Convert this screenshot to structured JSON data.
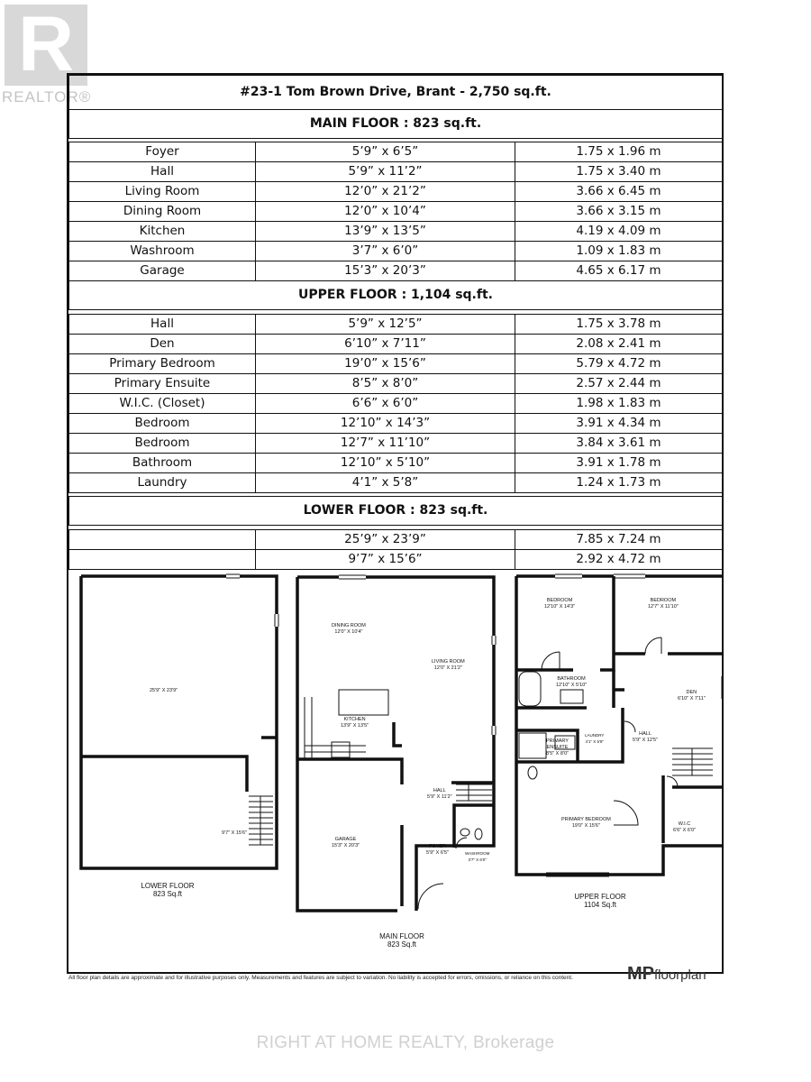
{
  "logo": {
    "letter": "R",
    "wordmark": "REALTOR®"
  },
  "title": "#23-1 Tom Brown Drive, Brant - 2,750 sq.ft.",
  "main_floor": {
    "heading": "MAIN FLOOR : 823 sq.ft.",
    "rows": [
      {
        "room": "Foyer",
        "imperial": "5’9” x 6’5”",
        "metric": "1.75 x 1.96 m"
      },
      {
        "room": "Hall",
        "imperial": "5’9” x 11’2”",
        "metric": "1.75 x 3.40 m"
      },
      {
        "room": "Living Room",
        "imperial": "12’0” x 21’2”",
        "metric": "3.66 x 6.45 m"
      },
      {
        "room": "Dining Room",
        "imperial": "12’0” x 10’4”",
        "metric": "3.66 x 3.15 m"
      },
      {
        "room": "Kitchen",
        "imperial": "13’9” x 13’5”",
        "metric": "4.19 x 4.09 m"
      },
      {
        "room": "Washroom",
        "imperial": "3’7” x 6’0”",
        "metric": "1.09 x 1.83 m"
      },
      {
        "room": "Garage",
        "imperial": "15’3” x 20’3”",
        "metric": "4.65 x 6.17 m"
      }
    ]
  },
  "upper_floor": {
    "heading": "UPPER FLOOR : 1,104 sq.ft.",
    "rows": [
      {
        "room": "Hall",
        "imperial": "5’9” x 12’5”",
        "metric": "1.75 x 3.78 m"
      },
      {
        "room": "Den",
        "imperial": "6’10” x 7’11”",
        "metric": "2.08 x 2.41 m"
      },
      {
        "room": "Primary Bedroom",
        "imperial": "19’0” x 15’6”",
        "metric": "5.79 x 4.72 m"
      },
      {
        "room": "Primary Ensuite",
        "imperial": "8’5” x 8’0”",
        "metric": "2.57 x 2.44 m"
      },
      {
        "room": "W.I.C. (Closet)",
        "imperial": "6’6” x 6’0”",
        "metric": "1.98 x 1.83 m"
      },
      {
        "room": "Bedroom",
        "imperial": "12’10” x 14’3”",
        "metric": "3.91 x 4.34 m"
      },
      {
        "room": "Bedroom",
        "imperial": "12’7” x 11’10”",
        "metric": "3.84 x 3.61 m"
      },
      {
        "room": "Bathroom",
        "imperial": "12’10” x 5’10”",
        "metric": "3.91 x 1.78 m"
      },
      {
        "room": "Laundry",
        "imperial": "4’1” x 5’8”",
        "metric": "1.24 x 1.73 m"
      }
    ]
  },
  "lower_floor": {
    "heading": "LOWER FLOOR : 823 sq.ft.",
    "rows": [
      {
        "room": "",
        "imperial": "25’9” x 23’9”",
        "metric": "7.85 x 7.24 m"
      },
      {
        "room": "",
        "imperial": "9’7” x 15’6”",
        "metric": "2.92 x 4.72 m"
      }
    ]
  },
  "plans": {
    "lower": {
      "label_line1": "LOWER FLOOR",
      "label_line2": "823 Sq.ft",
      "room1": "25'9\" X 23'9\"",
      "room2": "9'7\" X 15'6\""
    },
    "main": {
      "label_line1": "MAIN FLOOR",
      "label_line2": "823 Sq.ft",
      "dining_name": "DINING ROOM",
      "dining_dim": "12'0\" X 10'4\"",
      "living_name": "LIVING ROOM",
      "living_dim": "12'0\" X 21'2\"",
      "kitchen_name": "KITCHEN",
      "kitchen_dim": "13'9\" X 13'5\"",
      "hall_name": "HALL",
      "hall_dim": "5'9\" X 11'2\"",
      "garage_name": "GARAGE",
      "garage_dim": "15'3\" X 20'3\"",
      "foyer_name": "FOYER",
      "foyer_dim": "5'9\" X 6'5\"",
      "washroom_name": "WASHROOM",
      "washroom_dim": "3'7\" X 6'0\""
    },
    "upper": {
      "label_line1": "UPPER FLOOR",
      "label_line2": "1104 Sq.ft",
      "bed1_name": "BEDROOM",
      "bed1_dim": "12'10\" X 14'3\"",
      "bed2_name": "BEDROOM",
      "bed2_dim": "12'7\" X 11'10\"",
      "bath_name": "BATHROOM",
      "bath_dim": "12'10\" X 5'10\"",
      "den_name": "DEN",
      "den_dim": "6'10\" X 7'11\"",
      "hall_name": "HALL",
      "hall_dim": "5'9\" X 12'5\"",
      "laundry_name": "LAUNDRY",
      "laundry_dim": "4'1\" X 5'8\"",
      "ensuite_name1": "PRIMARY",
      "ensuite_name2": "ENSUITE",
      "ensuite_dim": "8'5\" X 8'0\"",
      "primary_name": "PRIMARY BEDROOM",
      "primary_dim": "19'0\" X 15'6\"",
      "wic_name": "W.I.C",
      "wic_dim": "6'6\" X 6'0\""
    }
  },
  "brand": {
    "mp": "MP",
    "word": "floorplan"
  },
  "footer_note": "All floor plan details are approximate and for illustrative purposes only. Measurements and features are subject to variation. No liability is accepted for errors, omissions, or reliance on this content.",
  "watermark": "RIGHT AT HOME REALTY, Brokerage"
}
